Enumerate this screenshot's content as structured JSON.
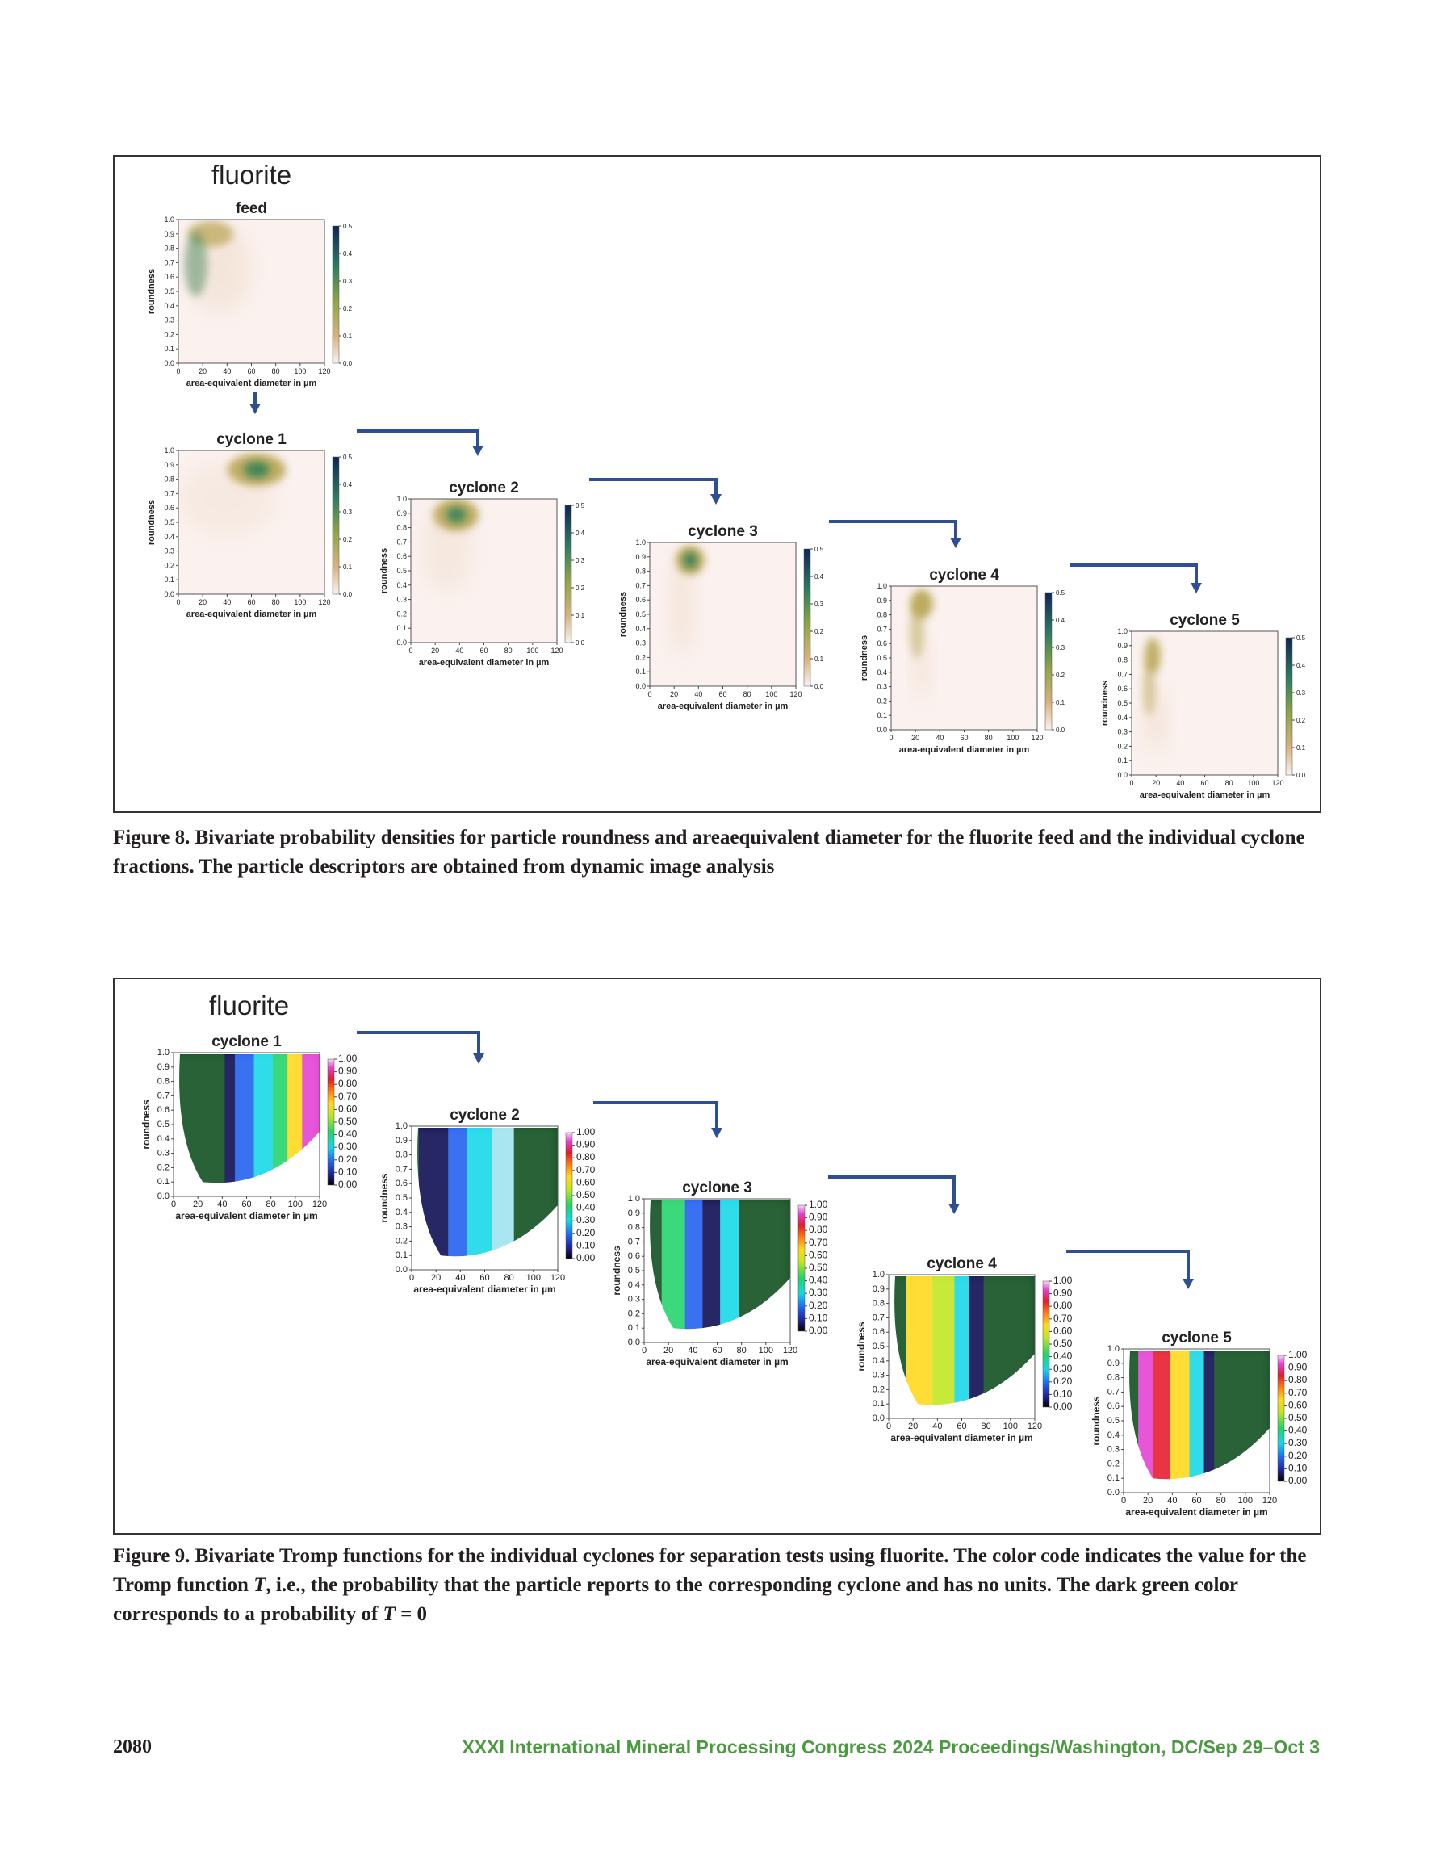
{
  "figure8": {
    "material": "fluorite",
    "panels": [
      {
        "id": "feed",
        "title": "feed"
      },
      {
        "id": "c1",
        "title": "cyclone 1"
      },
      {
        "id": "c2",
        "title": "cyclone 2"
      },
      {
        "id": "c3",
        "title": "cyclone 3"
      },
      {
        "id": "c4",
        "title": "cyclone 4"
      },
      {
        "id": "c5",
        "title": "cyclone 5"
      }
    ],
    "xlabel": "area-equivalent diameter in µm",
    "ylabel": "roundness",
    "xticks": [
      "0",
      "20",
      "40",
      "60",
      "80",
      "100",
      "120"
    ],
    "yticks": [
      "0.0",
      "0.1",
      "0.2",
      "0.3",
      "0.4",
      "0.5",
      "0.6",
      "0.7",
      "0.8",
      "0.9",
      "1.0"
    ],
    "cbar_ticks": [
      "0.0",
      "0.1",
      "0.2",
      "0.3",
      "0.4",
      "0.5"
    ],
    "caption_label": "Figure 8.",
    "caption_text": "Bivariate probability densities for particle roundness and areaequivalent diameter for the fluorite feed and the individual cyclone fractions. The particle descriptors are obtained from dynamic image analysis"
  },
  "figure9": {
    "material": "fluorite",
    "panels": [
      {
        "id": "c1",
        "title": "cyclone 1"
      },
      {
        "id": "c2",
        "title": "cyclone 2"
      },
      {
        "id": "c3",
        "title": "cyclone 3"
      },
      {
        "id": "c4",
        "title": "cyclone 4"
      },
      {
        "id": "c5",
        "title": "cyclone 5"
      }
    ],
    "xlabel": "area-equivalent diameter in µm",
    "ylabel": "roundness",
    "xticks": [
      "0",
      "20",
      "40",
      "60",
      "80",
      "100",
      "120"
    ],
    "yticks": [
      "0.0",
      "0.1",
      "0.2",
      "0.3",
      "0.4",
      "0.5",
      "0.6",
      "0.7",
      "0.8",
      "0.9",
      "1.0"
    ],
    "cbar_ticks": [
      "0.00",
      "0.10",
      "0.20",
      "0.30",
      "0.40",
      "0.50",
      "0.60",
      "0.70",
      "0.80",
      "0.90",
      "1.00"
    ],
    "caption_label": "Figure 9.",
    "caption_part1": "Bivariate Tromp functions for the individual cyclones for separation tests using fluorite. The color code indicates the value for the Tromp function ",
    "caption_T1": "T",
    "caption_part2": ", i.e., the probability that the particle reports to the corresponding cyclone and has no units. The dark green color corresponds to a probability of ",
    "caption_T2": "T",
    "caption_part3": " = 0"
  },
  "footer": {
    "page_number": "2080",
    "conference": "XXXI International Mineral Processing Congress 2024 Proceedings/Washington, DC/Sep 29–Oct 3"
  },
  "colors": {
    "arrow": "#2e4f91",
    "footer_green": "#4a9a3f",
    "density_peak": "#2f7f52",
    "tromp_zero": "#0d4d1d"
  }
}
